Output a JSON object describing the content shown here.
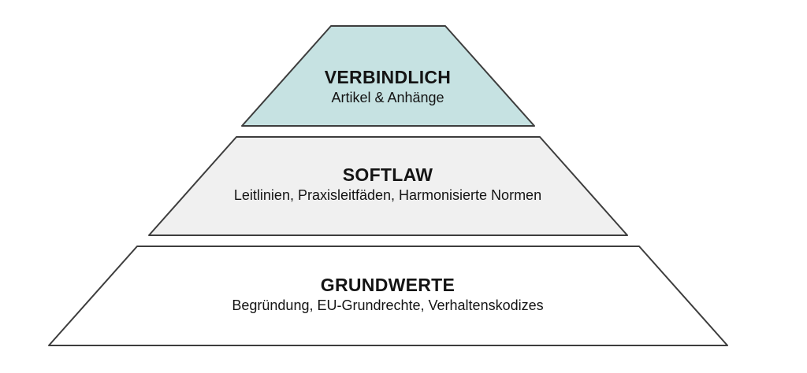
{
  "diagram": {
    "type": "pyramid",
    "orientation": "three-tier, widest at bottom",
    "stroke_color": "#3d3d3d",
    "background_color": "#ffffff",
    "text_color": "#141414",
    "levels": [
      {
        "id": "verbindlich",
        "label": "VERBINDLICH",
        "sublabel": "Artikel & Anhänge",
        "fill": "#c6e2e2"
      },
      {
        "id": "softlaw",
        "label": "SOFTLAW",
        "sublabel": "Leitlinien, Praxisleitfäden, Harmonisierte Normen",
        "fill": "#f0f0f0"
      },
      {
        "id": "grundwerte",
        "label": "GRUNDWERTE",
        "sublabel": "Begründung, EU-Grundrechte, Verhaltenskodizes",
        "fill": "#ffffff"
      }
    ]
  }
}
